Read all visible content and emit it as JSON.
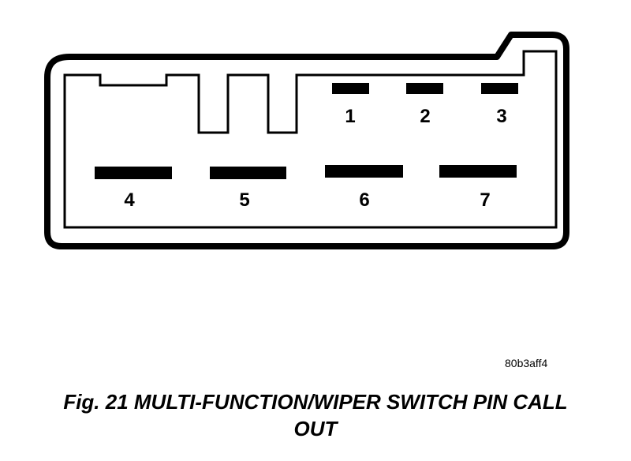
{
  "diagram": {
    "pins": [
      {
        "label": "1"
      },
      {
        "label": "2"
      },
      {
        "label": "3"
      },
      {
        "label": "4"
      },
      {
        "label": "5"
      },
      {
        "label": "6"
      },
      {
        "label": "7"
      }
    ],
    "reference_code": "80b3aff4"
  },
  "caption": {
    "line1": "Fig. 21 MULTI-FUNCTION/WIPER SWITCH PIN CALL",
    "line2": "OUT"
  }
}
